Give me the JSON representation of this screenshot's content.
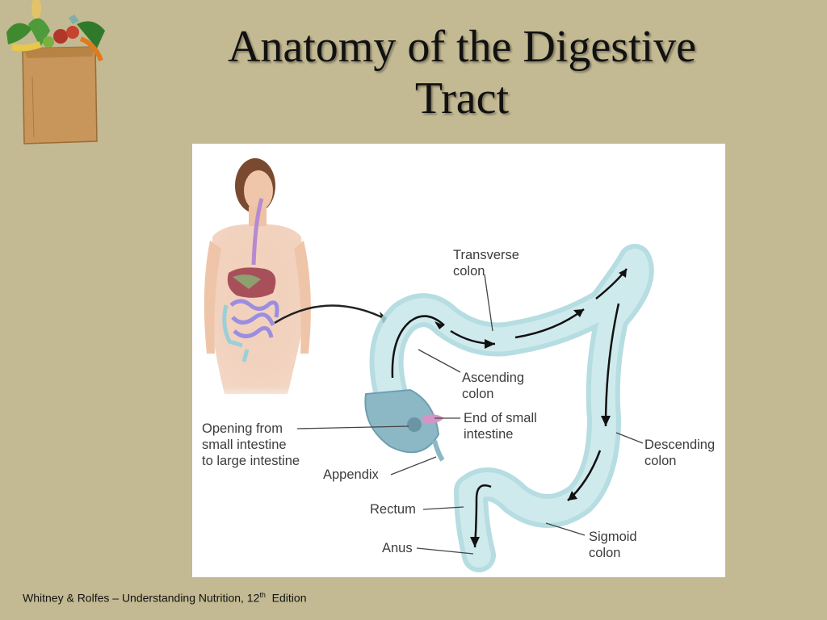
{
  "slide": {
    "title_line1": "Anatomy of the Digestive",
    "title_line2": "Tract"
  },
  "diagram": {
    "labels": {
      "transverse_colon": [
        "Transverse",
        "colon"
      ],
      "ascending_colon": [
        "Ascending",
        "colon"
      ],
      "end_small_intestine": [
        "End of small",
        "intestine"
      ],
      "opening": [
        "Opening from",
        "small intestine",
        "to large intestine"
      ],
      "descending_colon": [
        "Descending",
        "colon"
      ],
      "appendix": "Appendix",
      "rectum": "Rectum",
      "anus": "Anus",
      "sigmoid_colon": [
        "Sigmoid",
        "colon"
      ]
    }
  },
  "footer": {
    "citation": "Whitney  & Rolfes – Understanding Nutrition, 12",
    "superscript": "th",
    "suffix": "  Edition"
  },
  "icons": {
    "grocery_bag": "grocery-bag-icon"
  }
}
